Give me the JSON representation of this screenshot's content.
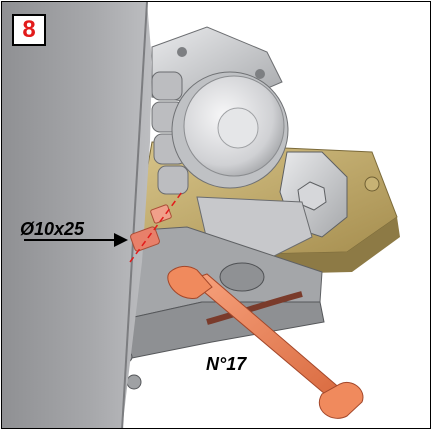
{
  "step": {
    "number": "8"
  },
  "callouts": {
    "bolt_spec": "Ø10x25",
    "wrench_size": "N°17"
  },
  "colors": {
    "step_number": "#e21b1b",
    "wrench": "#f08a5d",
    "bolt": "#e8806a",
    "dashed_axis": "#e21b1b"
  },
  "icons": [
    "wrench-icon",
    "bolt-icon"
  ]
}
